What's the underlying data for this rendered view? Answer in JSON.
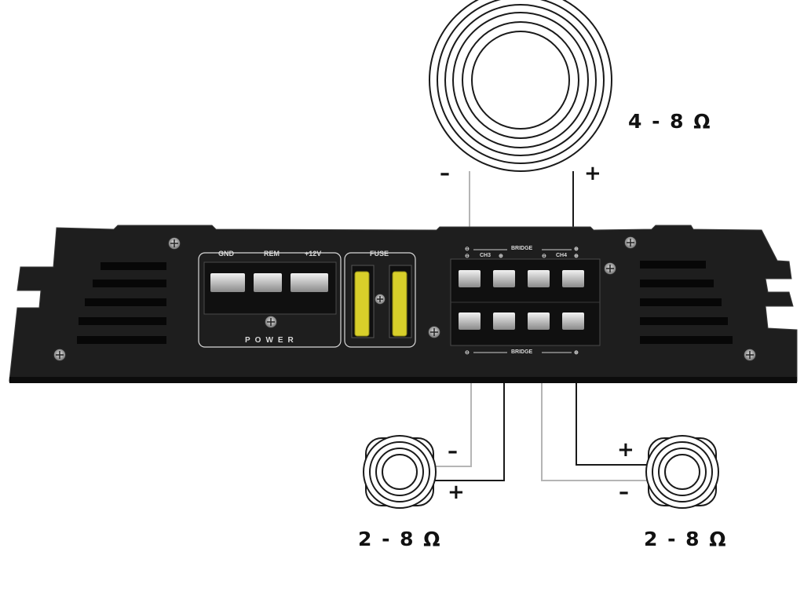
{
  "amplifier": {
    "power_labels": [
      "GND",
      "REM",
      "+12V"
    ],
    "power_group_label": "POWER",
    "fuse_label": "FUSE",
    "bridge_top_label": "BRIDGE",
    "bridge_bottom_label": "BRIDGE",
    "channel_labels": [
      "CH3",
      "CH4"
    ],
    "minus_symbol": "⊖",
    "plus_symbol": "⊕"
  },
  "speakers": {
    "top": {
      "impedance": "4 - 8 Ω",
      "minus": "–",
      "plus": "+"
    },
    "left": {
      "impedance": "2 - 8 Ω",
      "minus": "–",
      "plus": "+"
    },
    "right": {
      "impedance": "2 - 8 Ω",
      "minus": "–",
      "plus": "+"
    }
  },
  "colors": {
    "amp_body": "#1e1e1e",
    "fuse": "#d8cf2a",
    "wire_black": "#1a1a1a",
    "wire_grey": "#b5b5b5"
  }
}
